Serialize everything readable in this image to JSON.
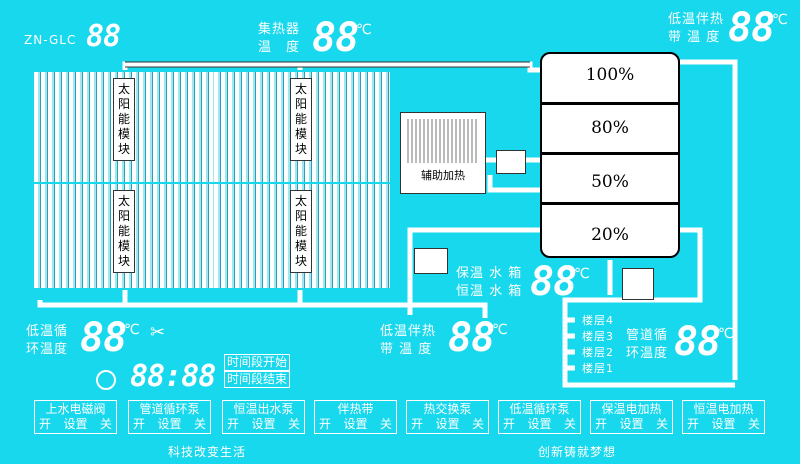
{
  "device": {
    "model": "ZN-GLC",
    "model_value": "88"
  },
  "collector_temp": {
    "label_line1": "集热器",
    "label_line2": "温　度",
    "value": "88",
    "unit": "℃"
  },
  "trace_heat_top": {
    "label_line1": "低温伴热",
    "label_line2": "带 温 度",
    "value": "88",
    "unit": "℃"
  },
  "solar_modules": [
    {
      "label": "太阳能模块"
    },
    {
      "label": "太阳能模块"
    },
    {
      "label": "太阳能模块"
    },
    {
      "label": "太阳能模块"
    }
  ],
  "aux_heater": {
    "label": "辅助加热"
  },
  "tank": {
    "levels": [
      "100%",
      "80%",
      "50%",
      "20%"
    ]
  },
  "tank_temp": {
    "label_line1": "保温 水 箱",
    "label_line2": "恒温 水 箱",
    "value": "88",
    "unit": "℃"
  },
  "low_circ": {
    "label_line1": "低温循",
    "label_line2": "环温度",
    "value": "88",
    "unit": "℃"
  },
  "trace_heat_bottom": {
    "label_line1": "低温伴热",
    "label_line2": "带 温 度",
    "value": "88",
    "unit": "℃"
  },
  "floors": [
    "楼层4",
    "楼层3",
    "楼层2",
    "楼层1"
  ],
  "pipe_circ": {
    "label_line1": "管道循",
    "label_line2": "环温度",
    "value": "88",
    "unit": "℃"
  },
  "clock": {
    "time": "88:88"
  },
  "time_period": {
    "start": "时间段开始",
    "end": "时间段结束"
  },
  "buttons": [
    {
      "name": "上水电磁阀",
      "on": "开",
      "set": "设置",
      "off": "关"
    },
    {
      "name": "管道循环泵",
      "on": "开",
      "set": "设置",
      "off": "关"
    },
    {
      "name": "恒温出水泵",
      "on": "开",
      "set": "设置",
      "off": "关"
    },
    {
      "name": "伴热带",
      "on": "开",
      "set": "设置",
      "off": "关"
    },
    {
      "name": "热交换泵",
      "on": "开",
      "set": "设置",
      "off": "关"
    },
    {
      "name": "低温循环泵",
      "on": "开",
      "set": "设置",
      "off": "关"
    },
    {
      "name": "保温电加热",
      "on": "开",
      "set": "设置",
      "off": "关"
    },
    {
      "name": "恒温电加热",
      "on": "开",
      "set": "设置",
      "off": "关"
    }
  ],
  "footer": {
    "left": "科技改变生活",
    "right": "创新铸就梦想"
  },
  "colors": {
    "background": "#18d8ee",
    "foreground": "#ffffff",
    "panel": "#ffffff",
    "ink": "#000000"
  }
}
